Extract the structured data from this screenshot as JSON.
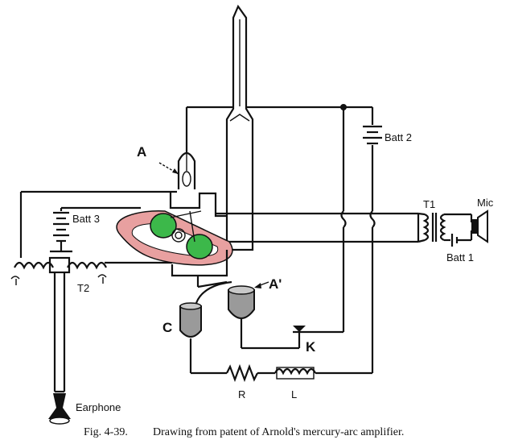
{
  "labels": {
    "A": "A",
    "A_prime": "A'",
    "C": "C",
    "K": "K",
    "R": "R",
    "L": "L",
    "T1": "T1",
    "T2": "T2",
    "batt1": "Batt 1",
    "batt2": "Batt 2",
    "batt3": "Batt 3",
    "mic": "Mic",
    "earphone": "Earphone"
  },
  "caption": {
    "fig": "Fig. 4-39.",
    "text": "Drawing from patent of Arnold's mercury-arc amplifier."
  },
  "colors": {
    "magnet_coil": "#e8a0a0",
    "pole_pieces": "#3cb84a",
    "mercury_pool": "#9a9a9a",
    "wire": "#111111"
  }
}
